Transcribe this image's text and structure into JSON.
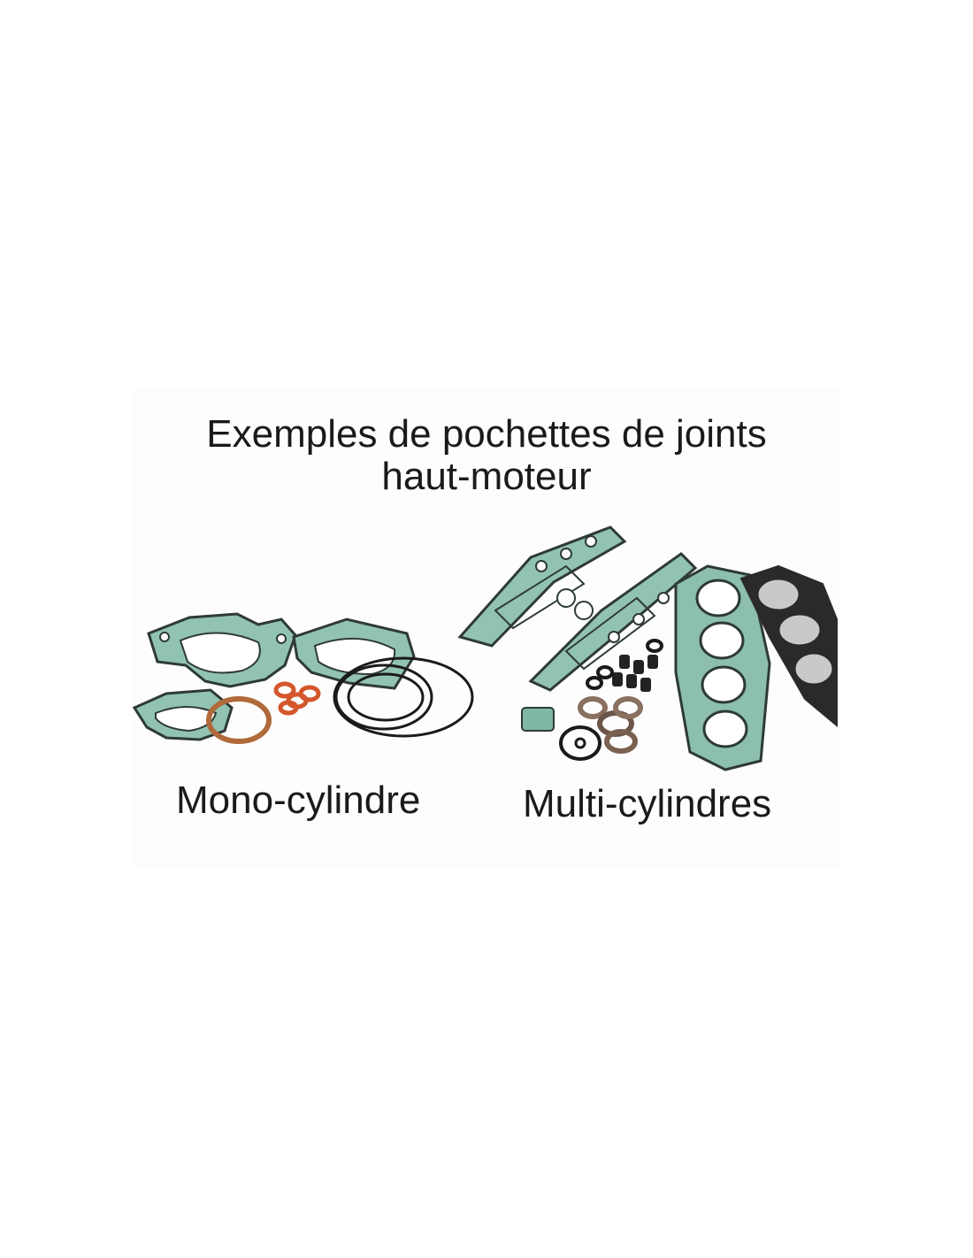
{
  "heading": {
    "line1": "Exemples de pochettes de joints",
    "line2": "haut-moteur"
  },
  "captions": {
    "mono": "Mono-cylindre",
    "multi": "Multi-cylindres"
  },
  "colors": {
    "gasket_green": "#7fb8a4",
    "gasket_dark": "#2e3a36",
    "copper": "#b06a3a",
    "orange_washer": "#d4562a",
    "black_ring": "#1a1a1a",
    "head_gasket_dark": "#2a2a2a",
    "head_gasket_silver": "#c9c9c9"
  }
}
